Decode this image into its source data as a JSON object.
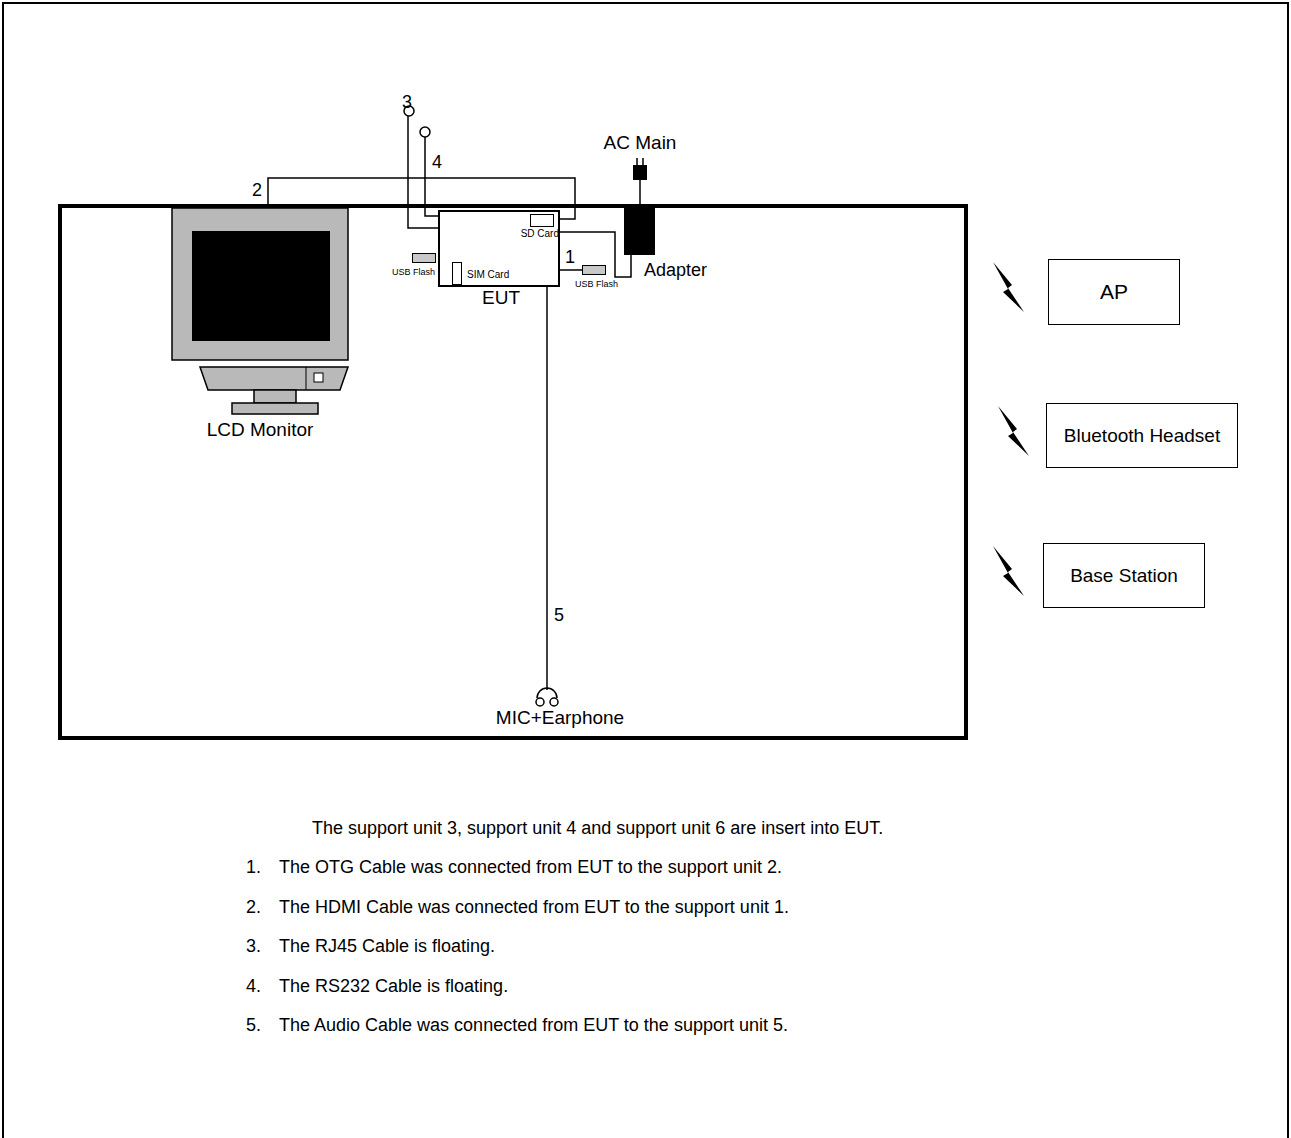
{
  "diagram": {
    "nodes": [
      {
        "text": [
          "LCD Monitor"
        ]
      },
      {
        "text": [
          "EUT"
        ]
      },
      {
        "text": [
          "SD Card"
        ],
        "in": 1
      },
      {
        "text": [
          "SIM Card"
        ],
        "in": 1
      },
      {
        "text": [
          "USB Flash"
        ]
      },
      {
        "text": [
          "USB Flash"
        ]
      },
      {
        "text": [
          "Adapter"
        ]
      },
      {
        "text": [
          "AC Main"
        ]
      },
      {
        "text": [
          "MIC+Earphone"
        ]
      },
      {
        "text": [
          "AP"
        ]
      },
      {
        "text": [
          "Bluetooth Headset"
        ]
      },
      {
        "text": [
          "Base Station"
        ]
      }
    ],
    "edges": [
      {
        "from": 1,
        "to": 5,
        "arrow": "none",
        "label": "1"
      },
      {
        "from": 1,
        "to": 0,
        "arrow": "none",
        "label": "2"
      },
      {
        "from": 1,
        "to": 8,
        "arrow": "none",
        "label": "5"
      },
      {
        "from": 1,
        "to": 6,
        "arrow": "none"
      },
      {
        "from": 6,
        "to": 7,
        "arrow": "none"
      }
    ],
    "labels": [
      "3",
      "4",
      "The support unit 3, support unit 4 and support unit 6 are insert into EUT.",
      "1.",
      "The OTG Cable was connected from EUT to the support unit 2.",
      "2.",
      "The HDMI Cable was connected from EUT to the support unit 1.",
      "3.",
      "The RJ45 Cable is floating.",
      "4.",
      "The RS232 Cable is floating.",
      "5.",
      "The Audio Cable was connected from EUT to the support unit 5."
    ]
  }
}
